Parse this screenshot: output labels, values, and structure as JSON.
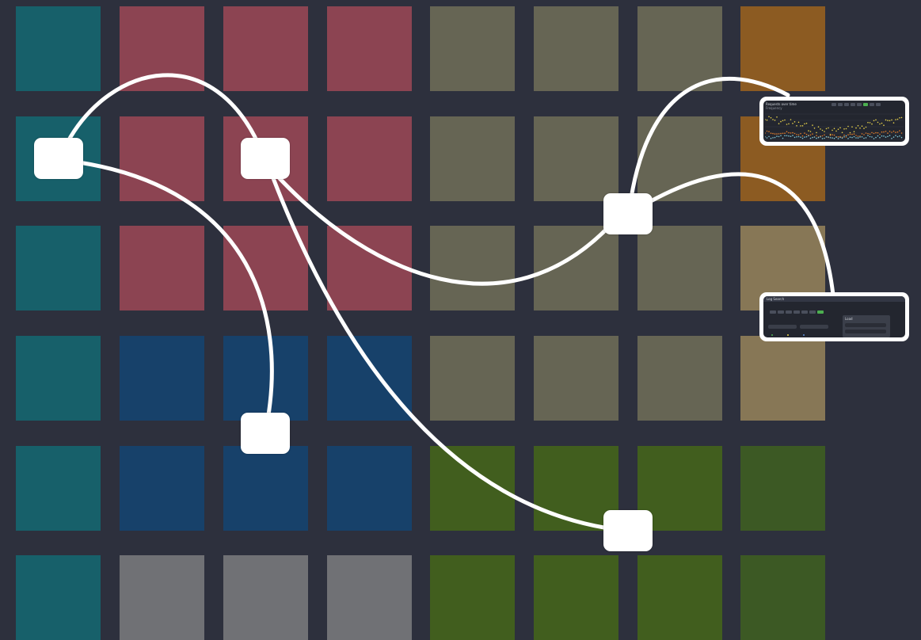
{
  "colors": {
    "background": "#2d303d",
    "edge": "#ffffff",
    "node": "#ffffff",
    "teal": "#17606a",
    "red": "#8c4452",
    "olive": "#666554",
    "orange": "#8c5b22",
    "tan": "#877756",
    "blue": "#17416a",
    "green": "#415e1e",
    "darkgreen": "#3c5924",
    "gray": "#707175"
  },
  "grid": {
    "rows": [
      [
        "teal",
        "red",
        "red",
        "red",
        "olive",
        "olive",
        "olive",
        "orange"
      ],
      [
        "teal",
        "red",
        "red",
        "red",
        "olive",
        "olive",
        "olive",
        "orange"
      ],
      [
        "teal",
        "red",
        "red",
        "red",
        "olive",
        "olive",
        "olive",
        "tan"
      ],
      [
        "teal",
        "blue",
        "blue",
        "blue",
        "olive",
        "olive",
        "olive",
        "tan"
      ],
      [
        "teal",
        "blue",
        "blue",
        "blue",
        "green",
        "green",
        "green",
        "darkgreen"
      ],
      [
        "teal",
        "gray",
        "gray",
        "gray",
        "green",
        "green",
        "green",
        "darkgreen"
      ]
    ]
  },
  "thumbnails": {
    "chart_preview": {
      "title": "Requests over time",
      "subtitle": "Frequency",
      "buttons": 8,
      "active_button": 5,
      "series_colors": [
        "#e8d24a",
        "#e07b2a",
        "#7fc7d8"
      ]
    },
    "log_preview": {
      "title": "Log Search",
      "menu_title": "Load",
      "buttons": 7,
      "active_button": 6,
      "badge_colors": [
        "#4caf50",
        "#e8d24a",
        "#5b8fd8"
      ]
    }
  }
}
